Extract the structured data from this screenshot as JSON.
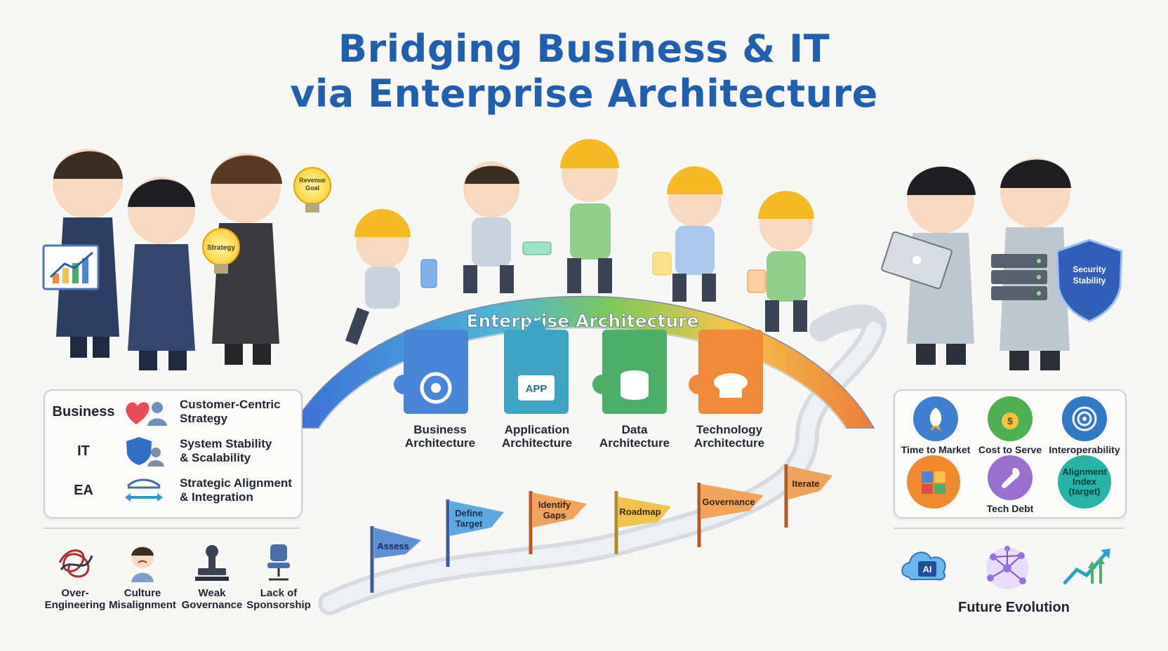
{
  "title": {
    "line1": "Bridging Business & IT",
    "line2": "via Enterprise Architecture"
  },
  "bridge": {
    "label": "Enterprise Architecture",
    "pillars": [
      {
        "label": "Business\nArchitecture",
        "icon": "gear-icon",
        "color": "#4a86d8"
      },
      {
        "label": "Application\nArchitecture",
        "icon": "app-window-icon",
        "icon_text": "APP",
        "color": "#3fa3c4"
      },
      {
        "label": "Data\nArchitecture",
        "icon": "database-icon",
        "color": "#4caf68"
      },
      {
        "label": "Technology\nArchitecture",
        "icon": "cloud-server-icon",
        "color": "#f08a3a"
      }
    ]
  },
  "business_team": {
    "chart_label": "chart-icon",
    "bulbs": [
      {
        "label": "Strategy"
      },
      {
        "label": "Revenue\nGoal"
      }
    ]
  },
  "it_team": {
    "shield": "Security\nStability"
  },
  "roles_panel": {
    "rows": [
      {
        "label": "Business",
        "icon": "heart-person-icon",
        "text": "Customer-Centric\nStrategy"
      },
      {
        "label": "IT",
        "icon": "shield-person-icon",
        "text": "System Stability\n& Scalability"
      },
      {
        "label": "EA",
        "icon": "bridge-arrows-icon",
        "text": "Strategic Alignment\n& Integration"
      }
    ]
  },
  "risks": [
    {
      "label": "Over-\nEngineering",
      "icon": "tangled-lines-icon"
    },
    {
      "label": "Culture\nMisalignment",
      "icon": "sad-person-icon"
    },
    {
      "label": "Weak\nGovernance",
      "icon": "stamp-icon"
    },
    {
      "label": "Lack of\nSponsorship",
      "icon": "empty-chair-icon"
    }
  ],
  "roadmap": {
    "flags": [
      {
        "label": "Assess",
        "color": "#5b8fd6"
      },
      {
        "label": "Define\nTarget",
        "color": "#5aa9df"
      },
      {
        "label": "Identify\nGaps",
        "color": "#f1a35c"
      },
      {
        "label": "Roadmap",
        "color": "#f3c24d"
      },
      {
        "label": "Governance",
        "color": "#f3a35a"
      },
      {
        "label": "Iterate",
        "color": "#f0a25a"
      }
    ]
  },
  "metrics": [
    {
      "label": "Time to Market",
      "icon": "rocket-icon",
      "color": "#3d7fd0"
    },
    {
      "label": "Cost to Serve",
      "icon": "money-bag-icon",
      "color": "#4caf50"
    },
    {
      "label": "Interoperability",
      "icon": "target-icon",
      "color": "#2f79c8"
    },
    {
      "label": "",
      "icon": "puzzle-icon",
      "color": "#f08a2c"
    },
    {
      "label": "Tech Debt",
      "icon": "wrench-icon",
      "color": "#9a6fd0"
    },
    {
      "label": "",
      "icon": "alignment-index-icon",
      "color": "#25b5a8",
      "inner": "Alignment\nIndex\n(target)"
    }
  ],
  "future": {
    "label": "Future Evolution",
    "icons": [
      {
        "name": "ai-cloud-icon",
        "text": "AI"
      },
      {
        "name": "network-icon"
      },
      {
        "name": "growth-arrows-icon"
      }
    ]
  }
}
